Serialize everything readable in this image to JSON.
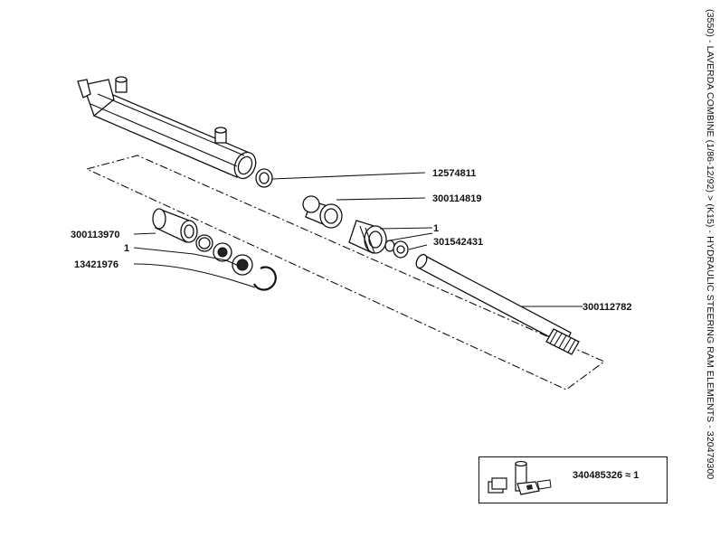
{
  "side_title": "(3550) - LAVERDA COMBINE (1/86-12/92) > (K15) - HYDRAULIC STEERING RAM ELEMENTS - 320479300",
  "part_labels": [
    "12574811",
    "300114819",
    "1",
    "301542431",
    "300112782",
    "300113970",
    "1",
    "13421976"
  ],
  "kit": {
    "label": "340485326 ≈ 1"
  }
}
